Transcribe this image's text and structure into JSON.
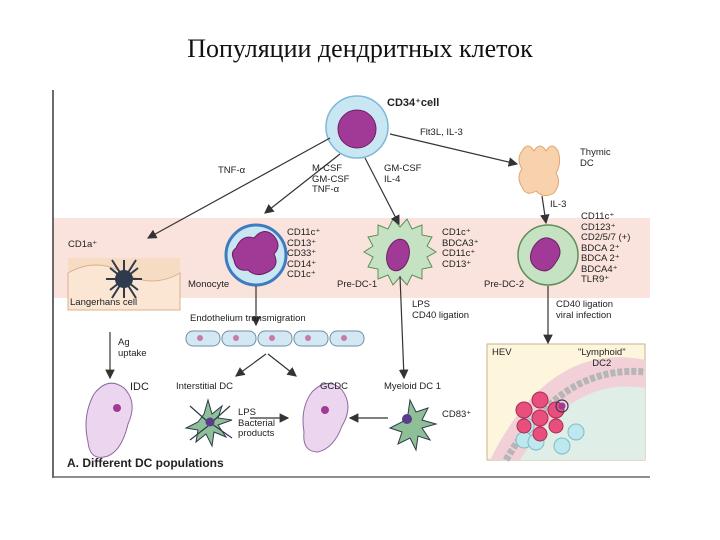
{
  "title": "Популяции дендритных клеток",
  "labels": {
    "cd34": "CD34⁺cell",
    "flt3": "Flt3L, IL-3",
    "thymic": "Thymic\nDC",
    "tnf": "TNF-α",
    "mcsf": "M-CSF\nGM-CSF\nTNF-α",
    "gmcsf": "GM-CSF\nIL-4",
    "il3": "IL-3",
    "cd1a": "CD1a⁺",
    "langerhans": "Langerhans cell",
    "monocyte": "Monocyte",
    "mono_markers": "CD11c⁺\nCD13⁺\nCD33⁺\nCD14⁺\nCD1c⁺",
    "predc1": "Pre-DC-1",
    "predc1_markers": "CD1c⁺\nBDCA3⁺\nCD11c⁺\nCD13⁺",
    "predc2": "Pre-DC-2",
    "predc2_markers": "CD11c⁺\nCD123⁺\nCD2/5/7 (+)\nBDCA 2⁺\nBDCA 2⁺\nBDCA4⁺\nTLR9⁺",
    "endothelium": "Endothelium transmigration",
    "lps_cd40": "LPS\nCD40 ligation",
    "cd40_viral": "CD40 ligation\nviral infection",
    "ag_uptake": "Ag\nuptake",
    "idc": "IDC",
    "interstitial": "Interstitial DC",
    "gcdc": "GCDC",
    "myeloid": "Myeloid DC 1",
    "lps_bact": "LPS\nBacterial\nproducts",
    "cd83": "CD83⁺",
    "hev": "HEV",
    "lymphoid": "\"Lymphoid\"\nDC2"
  },
  "caption": "A. Different DC populations",
  "colors": {
    "band": "#fbe3dd",
    "cell_blue": "#c9e6f3",
    "nucleus_purple": "#a03a96",
    "cell_green": "#c5e3c2",
    "arrow": "#333333",
    "frame": "#6a6a6a"
  }
}
